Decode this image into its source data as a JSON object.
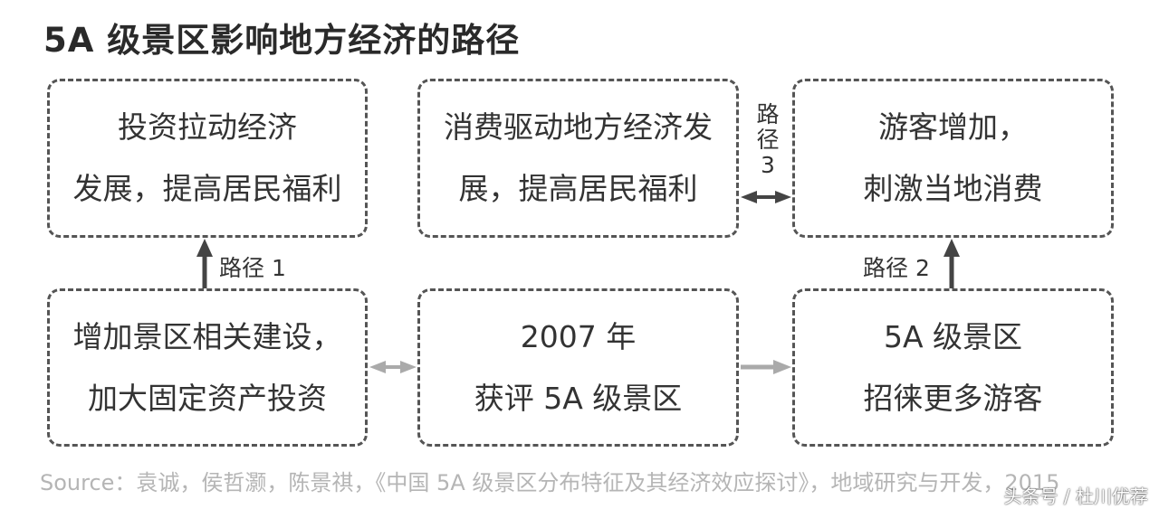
{
  "title": "5A 级景区影响地方经济的路径",
  "boxes": {
    "top_left": [
      "投资拉动经济",
      "发展，提高居民福利"
    ],
    "top_mid": [
      "消费驱动地方经济发",
      "展，提高居民福利"
    ],
    "top_right": [
      "游客增加，",
      "刺激当地消费"
    ],
    "bottom_left": [
      "增加景区相关建设，",
      "加大固定资产投资"
    ],
    "bottom_mid": [
      "2007 年",
      "获评 5A 级景区"
    ],
    "bottom_right": [
      "5A 级景区",
      "招徕更多游客"
    ]
  },
  "paths": {
    "path1": "路径 1",
    "path2": "路径 2",
    "path3": [
      "路",
      "径",
      "3"
    ]
  },
  "colors": {
    "dark_arrow": "#444444",
    "light_arrow": "#aaaaaa",
    "border": "#555555"
  },
  "source": "Source：袁诚，侯哲灏，陈景祺，《中国 5A 级景区分布特征及其经济效应探讨》，地域研究与开发，2015",
  "watermark": "头条号 / 杜川优荐"
}
